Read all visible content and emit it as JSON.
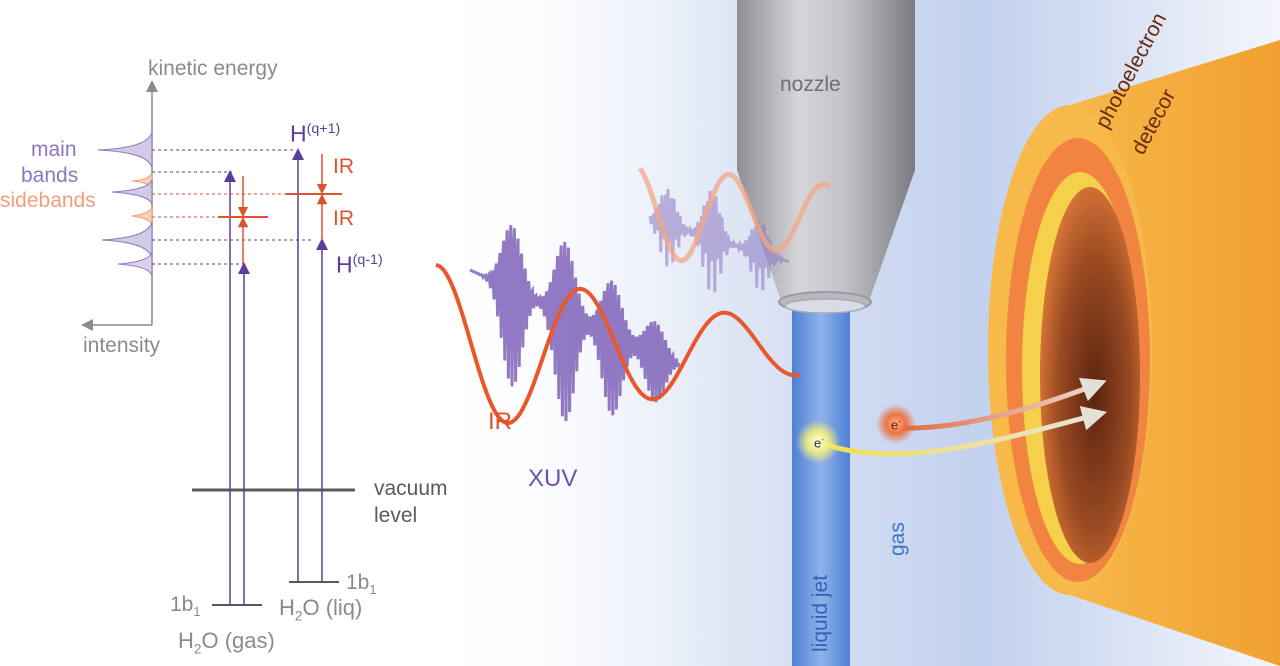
{
  "energy_diagram": {
    "axis_y_label": "kinetic energy",
    "axis_x_label": "intensity",
    "main_bands_line1": "main",
    "main_bands_line2": "bands",
    "sidebands_label": "sidebands",
    "harmonic_upper_base": "H",
    "harmonic_upper_sup": "(q+1)",
    "harmonic_lower_base": "H",
    "harmonic_lower_sup": "(q-1)",
    "ir_upper": "IR",
    "ir_lower": "IR",
    "vacuum_line1": "vacuum",
    "vacuum_line2": "level",
    "gas_orbital_base": "1b",
    "gas_orbital_sub": "1",
    "gas_species_pre": "H",
    "gas_species_sub": "2",
    "gas_species_post": "O (gas)",
    "liq_orbital_base": "1b",
    "liq_orbital_sub": "1",
    "liq_species_pre": "H",
    "liq_species_sub": "2",
    "liq_species_post": "O (liq)"
  },
  "experiment": {
    "nozzle": "nozzle",
    "detector_line1": "photoelectron",
    "detector_line2": "detecor",
    "ir_beam": "IR",
    "xuv_beam": "XUV",
    "liquid_jet": "liquid jet",
    "gas": "gas",
    "electron_base": "e",
    "electron_sup": "-"
  },
  "colors": {
    "purple": "#5a3f9a",
    "orange": "#e0522c",
    "jet_blue": "#5b8fdc",
    "detector_orange": "#f2a33a",
    "grey": "#8a8a8f"
  }
}
